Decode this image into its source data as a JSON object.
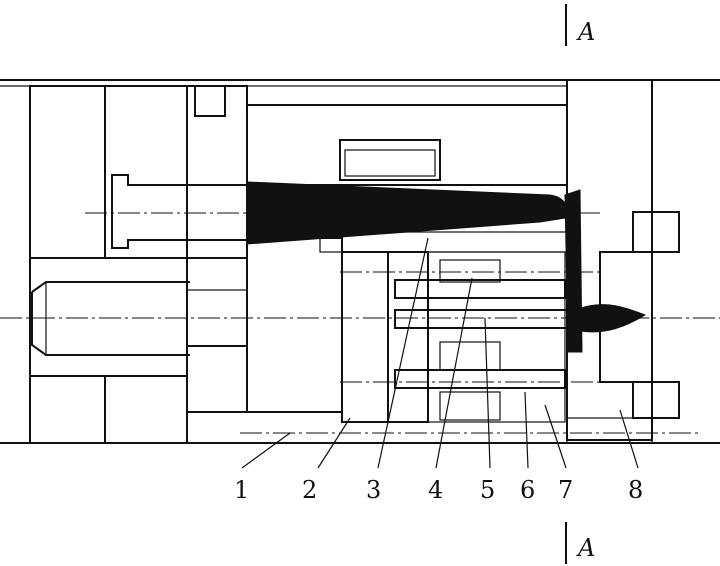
{
  "section_marks": {
    "top": "A",
    "bottom": "A"
  },
  "part_labels": [
    "1",
    "2",
    "3",
    "4",
    "5",
    "6",
    "7",
    "8"
  ]
}
